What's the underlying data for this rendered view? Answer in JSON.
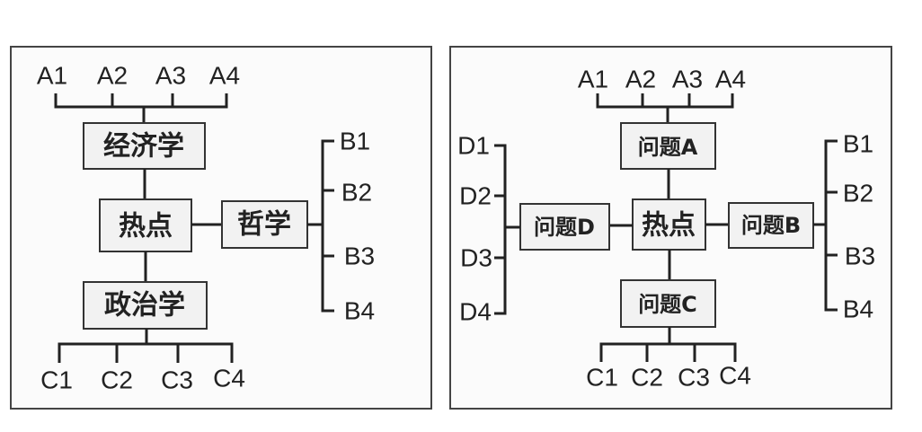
{
  "left": {
    "center": "热点",
    "top_node": "经济学",
    "right_node": "哲学",
    "bottom_node": "政治学",
    "a_items": [
      "A1",
      "A2",
      "A3",
      "A4"
    ],
    "b_items": [
      "B1",
      "B2",
      "B3",
      "B4"
    ],
    "c_items": [
      "C1",
      "C2",
      "C3",
      "C4"
    ]
  },
  "right": {
    "center": "热点",
    "top_node": "问题A",
    "right_node": "问题B",
    "bottom_node": "问题C",
    "left_node": "问题D",
    "a_items": [
      "A1",
      "A2",
      "A3",
      "A4"
    ],
    "b_items": [
      "B1",
      "B2",
      "B3",
      "B4"
    ],
    "c_items": [
      "C1",
      "C2",
      "C3",
      "C4"
    ],
    "d_items": [
      "D1",
      "D2",
      "D3",
      "D4"
    ]
  }
}
